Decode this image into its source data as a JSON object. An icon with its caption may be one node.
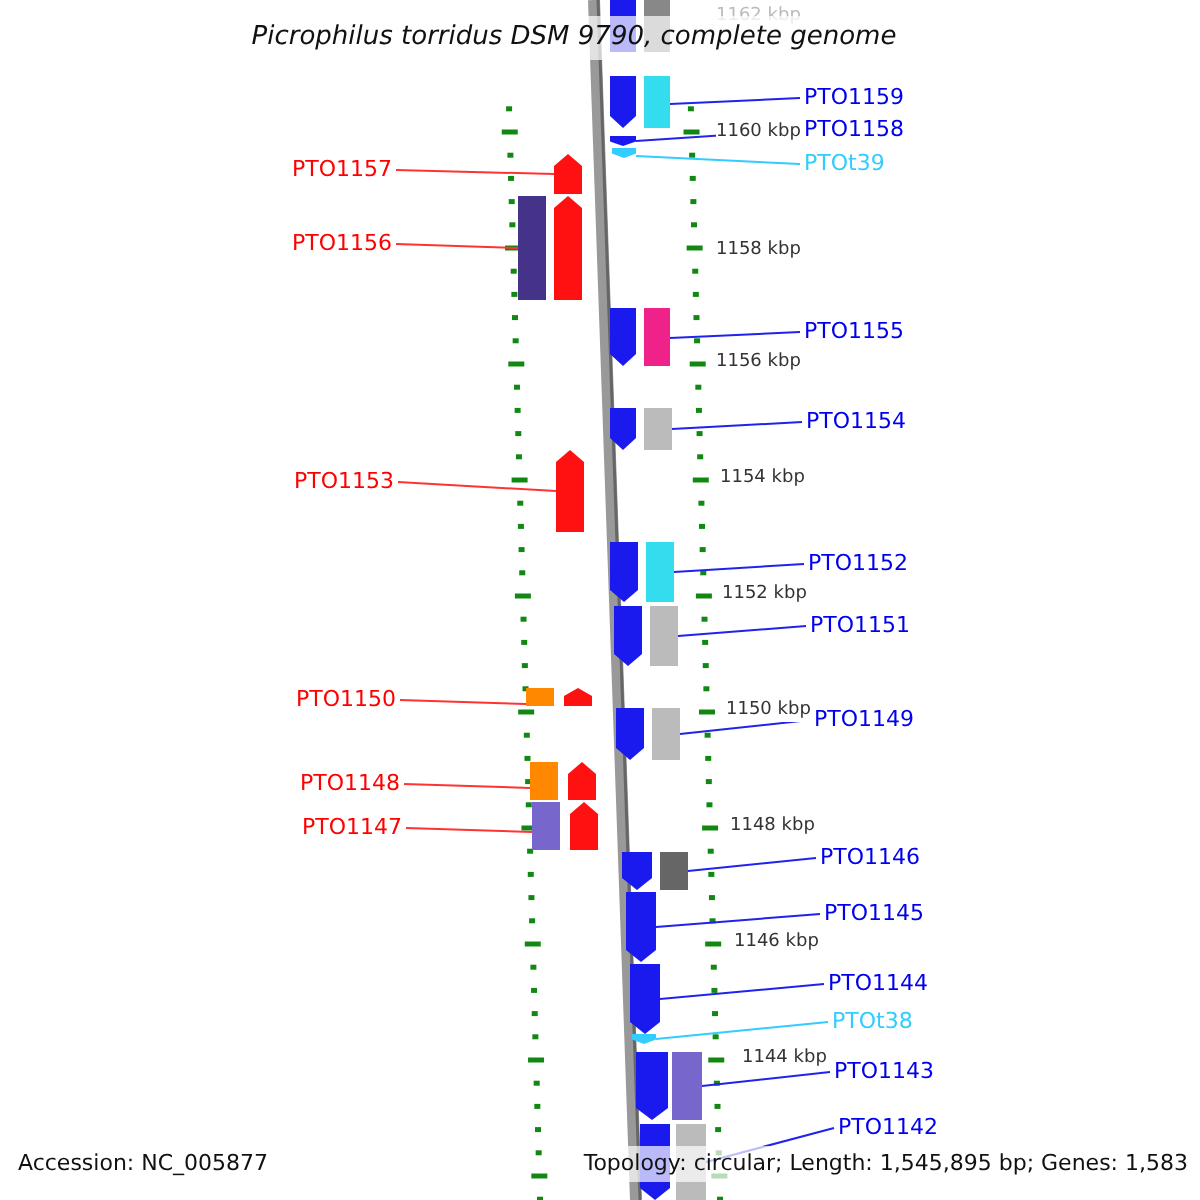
{
  "diagram": {
    "title": "Picrophilus torridus DSM 9790, complete genome",
    "nodes": [
      {
        "text": [
          "PTO1159"
        ]
      },
      {
        "text": [],
        "shape": "bar"
      },
      {
        "text": [
          "PTO1158"
        ]
      },
      {
        "text": [],
        "shape": "bar"
      },
      {
        "text": [
          "PTOt39"
        ]
      },
      {
        "text": [],
        "shape": "bar"
      },
      {
        "text": [
          "PTO1157"
        ]
      },
      {
        "text": [],
        "shape": "bar"
      },
      {
        "text": [
          "PTO1156"
        ]
      },
      {
        "text": [],
        "shape": "bar"
      },
      {
        "text": [
          "PTO1155"
        ]
      },
      {
        "text": [],
        "shape": "bar"
      },
      {
        "text": [
          "PTO1154"
        ]
      },
      {
        "text": [],
        "shape": "bar"
      },
      {
        "text": [
          "PTO1153"
        ]
      },
      {
        "text": [],
        "shape": "bar"
      },
      {
        "text": [
          "PTO1152"
        ]
      },
      {
        "text": [],
        "shape": "bar"
      },
      {
        "text": [
          "PTO1151"
        ]
      },
      {
        "text": [],
        "shape": "bar"
      },
      {
        "text": [
          "PTO1150"
        ]
      },
      {
        "text": [],
        "shape": "bar"
      },
      {
        "text": [
          "PTO1149"
        ]
      },
      {
        "text": [],
        "shape": "bar"
      },
      {
        "text": [
          "PTO1148"
        ]
      },
      {
        "text": [],
        "shape": "bar"
      },
      {
        "text": [
          "PTO1147"
        ]
      },
      {
        "text": [],
        "shape": "bar"
      },
      {
        "text": [
          "PTO1146"
        ]
      },
      {
        "text": [],
        "shape": "bar"
      },
      {
        "text": [
          "PTO1145"
        ]
      },
      {
        "text": [],
        "shape": "bar"
      },
      {
        "text": [
          "PTO1144"
        ]
      },
      {
        "text": [],
        "shape": "bar"
      },
      {
        "text": [
          "PTOt38"
        ]
      },
      {
        "text": [],
        "shape": "bar"
      },
      {
        "text": [
          "PTO1143"
        ]
      },
      {
        "text": [],
        "shape": "bar"
      },
      {
        "text": [
          "PTO1142"
        ]
      },
      {
        "text": [],
        "shape": "bar"
      }
    ],
    "edges": [
      {
        "from": 0,
        "to": 1,
        "arrow": "none"
      },
      {
        "from": 2,
        "to": 3,
        "arrow": "none"
      },
      {
        "from": 4,
        "to": 5,
        "arrow": "none",
        "color": "#33ccff"
      },
      {
        "from": 6,
        "to": 7,
        "arrow": "none",
        "color": "#ff3333"
      },
      {
        "from": 8,
        "to": 9,
        "arrow": "none",
        "color": "#ff3333"
      },
      {
        "from": 10,
        "to": 11,
        "arrow": "none"
      },
      {
        "from": 12,
        "to": 13,
        "arrow": "none"
      },
      {
        "from": 14,
        "to": 15,
        "arrow": "none",
        "color": "#ff3333"
      },
      {
        "from": 16,
        "to": 17,
        "arrow": "none"
      },
      {
        "from": 18,
        "to": 19,
        "arrow": "none"
      },
      {
        "from": 20,
        "to": 21,
        "arrow": "none",
        "color": "#ff3333"
      },
      {
        "from": 22,
        "to": 23,
        "arrow": "none"
      },
      {
        "from": 24,
        "to": 25,
        "arrow": "none",
        "color": "#ff3333"
      },
      {
        "from": 26,
        "to": 27,
        "arrow": "none",
        "color": "#ff3333"
      },
      {
        "from": 28,
        "to": 29,
        "arrow": "none"
      },
      {
        "from": 30,
        "to": 31,
        "arrow": "none"
      },
      {
        "from": 32,
        "to": 33,
        "arrow": "none"
      },
      {
        "from": 34,
        "to": 35,
        "arrow": "none",
        "color": "#33ccff"
      },
      {
        "from": 36,
        "to": 37,
        "arrow": "none"
      },
      {
        "from": 38,
        "to": 39,
        "arrow": "none"
      }
    ],
    "labels": [
      "1162 kbp",
      "1160 kbp",
      "1158 kbp",
      "1156 kbp",
      "1154 kbp",
      "1152 kbp",
      "1150 kbp",
      "1148 kbp",
      "1146 kbp",
      "1144 kbp",
      "Accession: NC_005877",
      "Topology: circular; Length: 1,545,895 bp; Genes: 1,583"
    ]
  }
}
